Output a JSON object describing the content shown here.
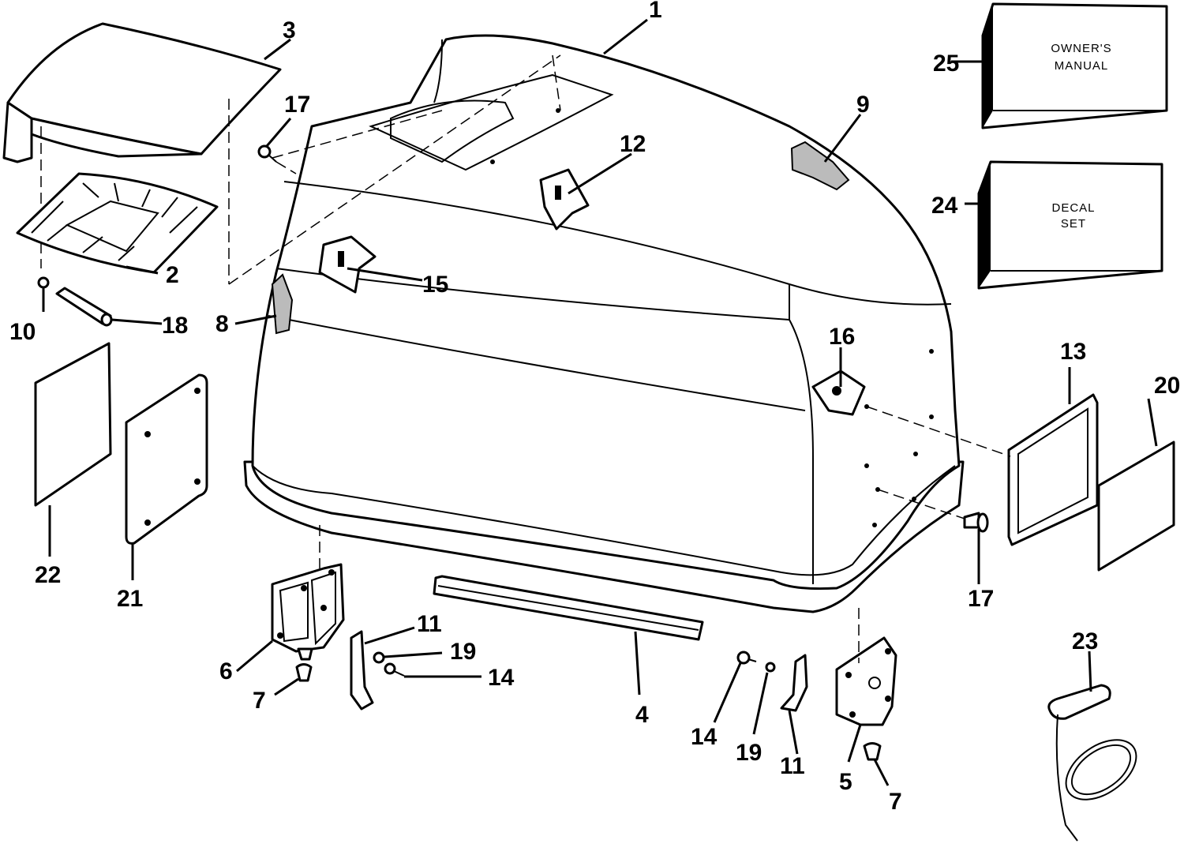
{
  "labels": {
    "n1": "1",
    "n2": "2",
    "n3": "3",
    "n4": "4",
    "n5": "5",
    "n6": "6",
    "n7a": "7",
    "n7b": "7",
    "n8": "8",
    "n9": "9",
    "n10": "10",
    "n11a": "11",
    "n11b": "11",
    "n12": "12",
    "n13": "13",
    "n14a": "14",
    "n14b": "14",
    "n15": "15",
    "n16": "16",
    "n17a": "17",
    "n17b": "17",
    "n18": "18",
    "n19a": "19",
    "n19b": "19",
    "n20": "20",
    "n21": "21",
    "n22": "22",
    "n23": "23",
    "n24": "24",
    "n25": "25"
  },
  "manual_box": {
    "line1": "OWNER'S",
    "line2": "MANUAL"
  },
  "decal_box": {
    "line1": "DECAL",
    "line2": "SET"
  }
}
